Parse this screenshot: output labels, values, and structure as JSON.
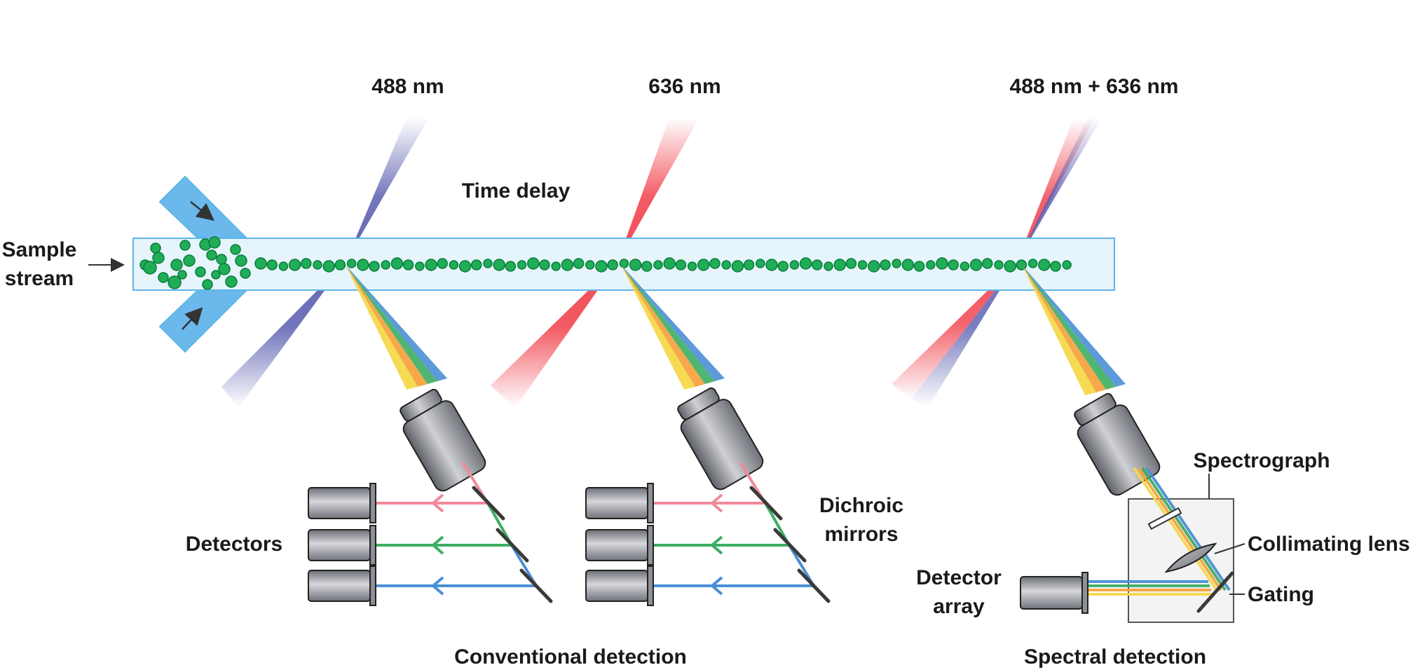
{
  "labels": {
    "laser1": "488 nm",
    "laser2": "636 nm",
    "laser3": "488 nm + 636 nm",
    "time_delay": "Time delay",
    "sample_stream_line1": "Sample",
    "sample_stream_line2": "stream",
    "detectors": "Detectors",
    "dichroic_line1": "Dichroic",
    "dichroic_line2": "mirrors",
    "spectrograph": "Spectrograph",
    "collimating_lens": "Collimating lens",
    "gating": "Gating",
    "detector_array_line1": "Detector",
    "detector_array_line2": "array",
    "conventional_detection": "Conventional detection",
    "spectral_detection": "Spectral detection"
  },
  "colors": {
    "laser_blue": "#5b5fb0",
    "laser_red": "#f0404a",
    "channel_light_fill": "#e6f5fc",
    "channel_edge": "#5eb6e6",
    "inlet_fill": "#6ab8ec",
    "cell_green": "#1fae57",
    "signal_red": "#f08a99",
    "signal_green": "#3cae62",
    "signal_blue": "#4a8fd6",
    "signal_yellow": "#f6d84a",
    "signal_orange": "#f6a340",
    "detector_grey": "#8e9098"
  },
  "icons": {
    "arrow": "arrow-icon",
    "objective": "objective-lens-icon",
    "detector": "detector-icon",
    "mirror": "dichroic-mirror-icon"
  }
}
